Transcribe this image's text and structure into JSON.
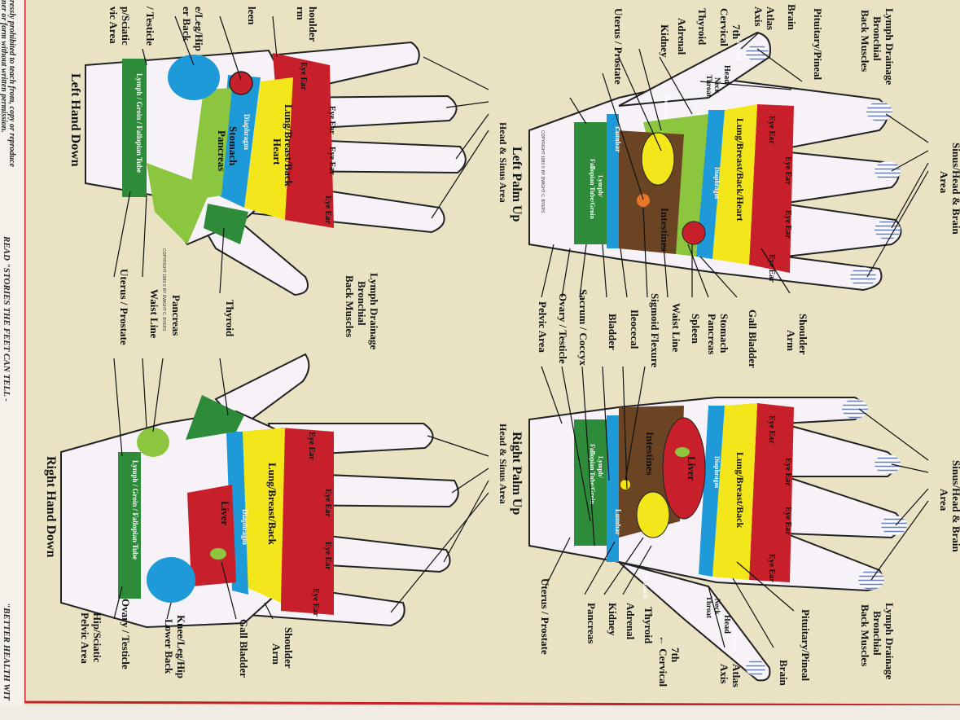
{
  "header_fragments": {
    "copyright_left_line1": "ressly prohibited to teach from, copy or reproduce",
    "copyright_left_line2": "ner or form without written permission.",
    "read_left": "READ \"STORIES THE FEET CAN TELL -",
    "read_right": "\"BETTER HEALTH WIT"
  },
  "titles": {
    "left_hand_down": "Left Hand Down",
    "left_palm_up": "Left Palm Up",
    "right_palm_up": "Right Palm Up",
    "right_hand_down": "Right Hand Down"
  },
  "copyright_marks": {
    "c1": "COPYRIGHT 1983 ©  BY DWIGHT C. BYERS",
    "c2": "COPYRIGHT 1983 ©  BY DWIGHT C. BYERS"
  },
  "labels": {
    "sinus_head_brain_line1": "Sinus/Head & Brain",
    "sinus_head_brain_line2": "Area",
    "sinus_head_brain2_line1": "Sinus/Head & Brain",
    "sinus_head_brain2_line2": "Area",
    "lymph_top_line1": "Lymph Drainage",
    "lymph_top_line2": "Bronchial",
    "lymph_top_line3": "Back Muscles",
    "lymph_mid_line1": "Lymph Drainage",
    "lymph_mid_line2": "Bronchial",
    "lymph_mid_line3": "Back Muscles",
    "lymph_bottom_line1": "Lymph Drainage",
    "lymph_bottom_line2": "Bronchial",
    "lymph_bottom_line3": "Back Muscles",
    "pituitary_pineal": "Pituitary/Pineal",
    "pituitary_pineal_2": "Pituitary/Pineal",
    "brain": "Brain",
    "brain_2": "Brain",
    "atlas": "Atlas",
    "axis": "Axis",
    "atlas_2": "Atlas",
    "axis_2": "Axis",
    "seventh_line1": "7th",
    "seventh_line2": "Cervical",
    "seventh2_line1": "7th",
    "seventh2_line2": "← Cervical",
    "thyroid": "Thyroid",
    "thyroid_2": "Thyroid",
    "thyroid_3": "Thyroid",
    "adrenal": "Adrenal",
    "adrenal_2": "Adrenal",
    "kidney": "Kidney",
    "kidney_2": "Kidney",
    "uterus_prostate_1": "Uterus / Prostate",
    "uterus_prostate_2": "Uterus / Prostate",
    "uterus_prostate_3": "Uterus / Prostate",
    "head_sinus_1": "Head & Sinus Area",
    "head_sinus_2": "Head & Sinus Area",
    "shoulder_arm_line1": "Shoulder",
    "shoulder_arm_line2": "Arm",
    "shoulder_arm2_line1": "Shoulder",
    "shoulder_arm2_line2": "Arm",
    "gall_bladder": "Gall Bladder",
    "gall_bladder_2": "Gall Bladder",
    "stomach_pancreas_line1": "Stomach",
    "stomach_pancreas_line2": "Pancreas",
    "spleen": "Spleen",
    "waist_line": "Waist Line",
    "waist_line_2": "Waist Line",
    "sigmoid_flexure": "Sigmoid Flexure",
    "ileocecal": "Ileocecal",
    "bladder": "Bladder",
    "sacrum_coccyx": "Sacrum / Coccyx",
    "ovary_testicle": "Ovary / Testicle",
    "ovary_testicle_2": "Ovary / Testicle",
    "pelvic_area": "Pelvic Area",
    "pancreas": "Pancreas",
    "pancreas_2": "Pancreas",
    "knee_leg_hip_line1": "Knee/Leg/Hip",
    "knee_leg_hip_line2": "Lower Back",
    "hip_sciatic_line1": "Hip/Sciatic",
    "hip_sciatic_line2": "Pelvic Area",
    "frag_shoulder": "houlder",
    "frag_arm": "rm",
    "frag_spleen": "leen",
    "frag_knee": "e/Leg/Hip",
    "frag_back": "er Back",
    "frag_testicle": "/ Testicle",
    "frag_sciatic": "p/Sciatic",
    "frag_pelvic": "vic Area"
  },
  "zones": {
    "eye_ear": "Eye Ear",
    "lung_breast_back_heart": "Lung/Breast/Back/Heart",
    "lung_breast_back_heart_lhd_line1": "Lung/Breast/Back",
    "lung_breast_back_heart_lhd_line2": "Heart",
    "lung_breast_back": "Lung/Breast/Back",
    "lung_breast_back_rhd": "Lung/Breast/Back",
    "diaphragm": "Diaphragm",
    "stomach_line1": "Stomach",
    "stomach_line2": "Pancreas",
    "liver": "Liver",
    "liver_2": "Liver",
    "intestines": "Intestines",
    "intestines_2": "Intestines",
    "thoracic": "Thoracic",
    "thoracic_2": "Thoracic",
    "lumbar": "Lumbar",
    "lumbar_2": "Lumbar",
    "cervical": "Cervical",
    "cervical_2": "Cervical",
    "head": "Head",
    "head_2": "Head",
    "neck_throat_line1": "Neck",
    "neck_throat_line2": "Throat",
    "neck_throat2_line1": "Neck",
    "neck_throat2_line2": "Throat",
    "lymph_groin_tube": "Lymph / Groin / Fallopian Tube",
    "lymph_groin_tube_2": "Lymph / Groin / Fallopian Tube",
    "lymph_fallopian_line1": "Lymph/",
    "lymph_fallopian_line2": "Fallopian Tube/Groin",
    "lymph_fallopian2_line1": "Lymph/",
    "lymph_fallopian2_line2": "Fallopian Tube/Groin"
  },
  "colors": {
    "background": "#e9e3c4",
    "red": "#c8202b",
    "yellow": "#f3e61a",
    "blue": "#1e9ad8",
    "green": "#2e8b3a",
    "light_green": "#8cc63f",
    "brown": "#6b4423",
    "orange": "#e8772a",
    "hand": "#f6f2f8",
    "border": "#c8202b"
  }
}
